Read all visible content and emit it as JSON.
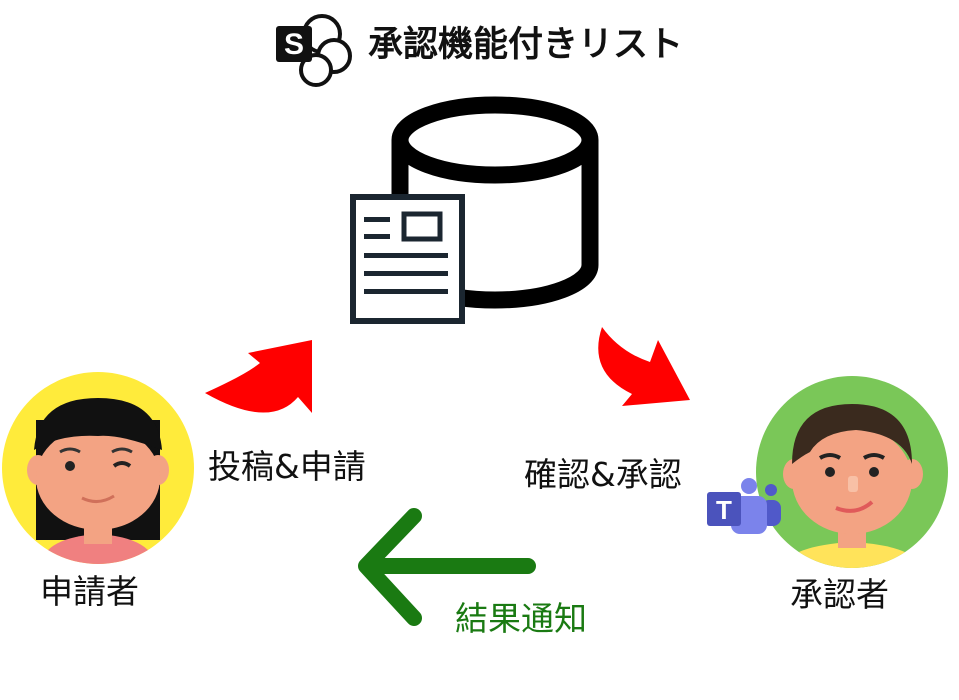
{
  "title": "承認機能付きリスト",
  "logo": {
    "icon": "sharepoint-logo-icon",
    "letter": "S"
  },
  "database": {
    "icon": "database-cylinder-icon"
  },
  "list": {
    "icon": "list-document-icon"
  },
  "applicant": {
    "label": "申請者",
    "circle_color": "#ffeb3b",
    "icon": "woman-avatar-icon"
  },
  "approver": {
    "label": "承認者",
    "circle_color": "#7ac758",
    "icon": "man-avatar-icon"
  },
  "teams": {
    "icon": "teams-logo-icon",
    "letter": "T"
  },
  "steps": {
    "post": {
      "label": "投稿&申請",
      "arrow_color": "#ff0000"
    },
    "approve": {
      "label": "確認&承認",
      "arrow_color": "#ff0000"
    },
    "notify": {
      "label": "結果通知",
      "arrow_color": "#1a7a12"
    }
  }
}
